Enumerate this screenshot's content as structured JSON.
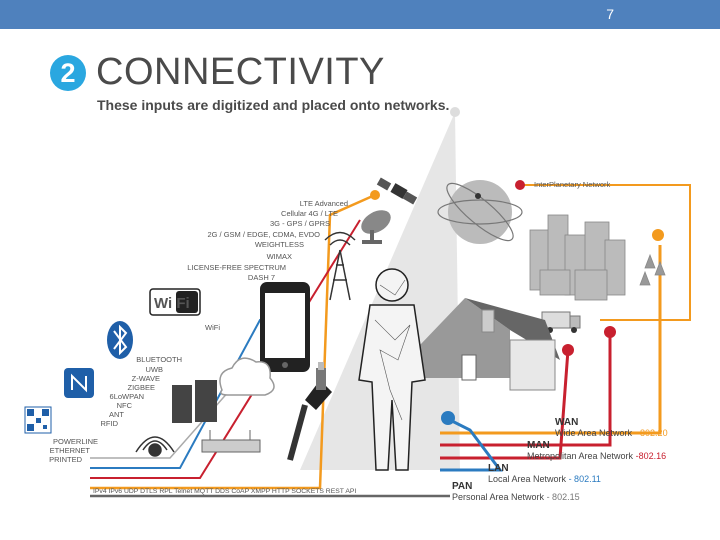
{
  "page": {
    "number": "7"
  },
  "heading": {
    "badge": "2",
    "title": "CONNECTIVITY",
    "subtitle": "These inputs are digitized and placed onto networks."
  },
  "cellular_labels": [
    "LTE Advanced",
    "Cellular 4G / LTE",
    "3G - GPS / GPRS",
    "2G / GSM / EDGE, CDMA, EVDO",
    "WEIGHTLESS",
    "WIMAX",
    "LICENSE-FREE SPECTRUM",
    "DASH 7"
  ],
  "wifi": {
    "logo": "Wi Fi",
    "label": "WiFi"
  },
  "short_range_labels": [
    "BLUETOOTH",
    "UWB",
    "Z-WAVE",
    "ZIGBEE",
    "6LoWPAN",
    "NFC",
    "ANT",
    "RFID"
  ],
  "wired_labels": [
    "POWERLINE",
    "ETHERNET",
    "PRINTED"
  ],
  "protocols": "IPv4 IPv6 UDP DTLS RPL Telnet MQTT DDS CoAP XMPP HTTP SOCKETS REST API",
  "interplanetary": "InterPlanetary Network",
  "networks": [
    {
      "abbr": "WAN",
      "name": "Wide Area Network",
      "std": "- 802.20"
    },
    {
      "abbr": "MAN",
      "name": "Metropolitan Area Network",
      "std": "-802.16"
    },
    {
      "abbr": "LAN",
      "name": "Local Area Network",
      "std": "- 802.11"
    },
    {
      "abbr": "PAN",
      "name": "Personal Area Network",
      "std": "- 802.15"
    }
  ],
  "colors": {
    "topbar": "#4f81bd",
    "badge": "#2aa7e0",
    "orange": "#f39a1e",
    "red": "#c8202f",
    "blue": "#2b7bc0",
    "gray": "#555555"
  },
  "icons": [
    "satellite-icon",
    "satellite-dish-icon",
    "cell-tower-icon",
    "globe-icon",
    "city-icon",
    "house-icon",
    "truck-icon",
    "smartphone-icon",
    "person-icon",
    "wifi-logo-icon",
    "bluetooth-icon",
    "nfc-icon",
    "qr-code-icon",
    "server-icon",
    "cloud-icon",
    "router-icon",
    "ethernet-plug-icon",
    "usb-icon"
  ]
}
